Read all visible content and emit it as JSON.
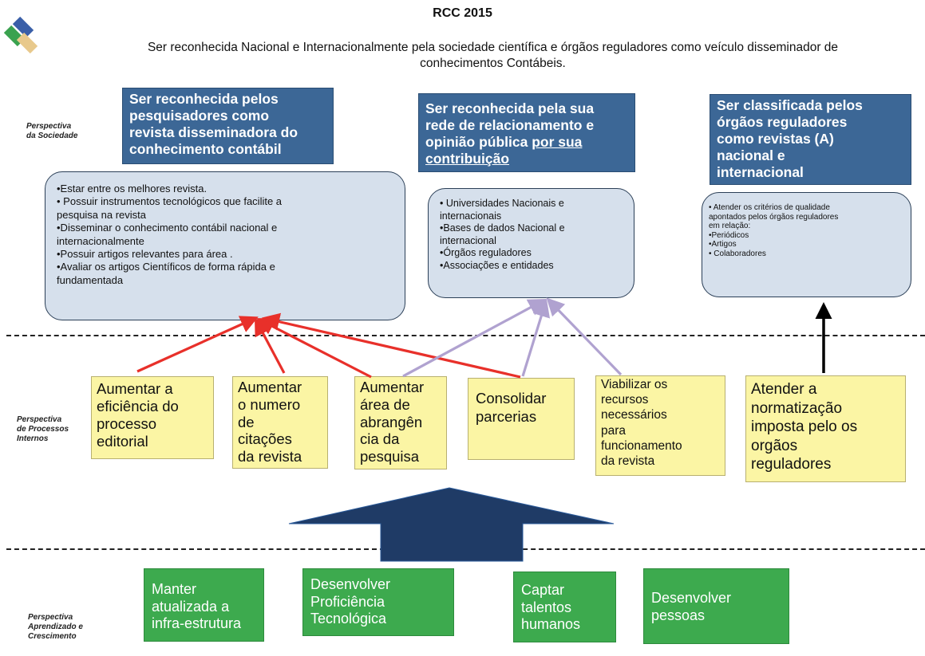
{
  "header": {
    "title": "RCC 2015",
    "subtitle_line1": "Ser reconhecida Nacional e Internacionalmente pela sociedade científica e órgãos reguladores como veículo disseminador de",
    "subtitle_line2": "conhecimentos Contábeis."
  },
  "logo": {
    "icon": "layered-diamond-logo",
    "colors": [
      "#3a5fa8",
      "#3aa24f",
      "#e8c98c"
    ]
  },
  "perspectives": {
    "society": [
      "Perspectiva",
      "da Sociedade"
    ],
    "internal": [
      "Perspectiva",
      "de Processos",
      "Internos"
    ],
    "learning": [
      "Perspectiva",
      "Aprendizado e",
      "Crescimento"
    ]
  },
  "objectives": [
    {
      "lines": [
        "Ser reconhecida pelos",
        "pesquisadores como",
        "revista disseminadora do",
        "conhecimento contábil"
      ]
    },
    {
      "lines": [
        "Ser reconhecida pela sua",
        "rede de relacionamento e",
        "opinião pública "
      ],
      "underlined": [
        "por sua",
        "contribuição"
      ]
    },
    {
      "lines": [
        "Ser classificada  pelos",
        "órgãos reguladores",
        "como revistas (A)",
        "nacional e",
        "internacional"
      ]
    }
  ],
  "bubbles": [
    {
      "lines": [
        "•Estar entre os melhores revista.",
        "• Possuir instrumentos tecnológicos que facilite a",
        "pesquisa na revista",
        "•Disseminar o conhecimento  contábil  nacional e",
        "internacionalmente",
        "•Possuir  artigos relevantes para área .",
        "•Avaliar  os artigos  Científicos de forma rápida e",
        "fundamentada"
      ]
    },
    {
      "lines": [
        "• Universidades Nacionais e",
        "internacionais",
        "•Bases de dados Nacional e",
        "internacional",
        "•Órgãos reguladores",
        "•Associações e entidades"
      ]
    },
    {
      "lines": [
        "• Atender os critérios de qualidade",
        "apontados pelos órgãos reguladores",
        "em relação:",
        "•Periódicos",
        "•Artigos",
        "• Colaboradores"
      ]
    }
  ],
  "processes": [
    {
      "lines": [
        "Aumentar  a",
        "eficiência do",
        "processo",
        "editorial"
      ]
    },
    {
      "lines": [
        "Aumentar",
        "o numero",
        "de",
        "citações",
        "da revista"
      ]
    },
    {
      "lines": [
        "Aumentar",
        "área de",
        "abrangên",
        "cia da",
        "pesquisa"
      ]
    },
    {
      "lines": [
        "Consolidar",
        "parcerias"
      ]
    },
    {
      "lines": [
        "Viabilizar  os",
        "recursos",
        "necessários",
        "para",
        "funcionamento",
        "da revista"
      ]
    },
    {
      "lines": [
        "Atender a",
        "normatização",
        "imposta pelo os",
        "orgãos",
        "reguladores"
      ]
    }
  ],
  "learning": [
    {
      "lines": [
        "Manter",
        "atualizada a",
        "infra-estrutura"
      ]
    },
    {
      "lines": [
        "Desenvolver",
        "Proficiência",
        "Tecnológica"
      ]
    },
    {
      "lines": [
        "Captar",
        "talentos",
        "humanos"
      ]
    },
    {
      "lines": [
        "Desenvolver",
        "pessoas"
      ]
    }
  ],
  "colors": {
    "objective_blue": "#3c6796",
    "bubble_fill": "#d6e0ec",
    "process_yellow": "#fbf5a4",
    "learning_green": "#3daa4e",
    "arrow_red": "#e8302a",
    "arrow_lavender": "#b0a2d0",
    "arrow_black": "#000000",
    "big_arrow_navy": "#1f3b66"
  }
}
